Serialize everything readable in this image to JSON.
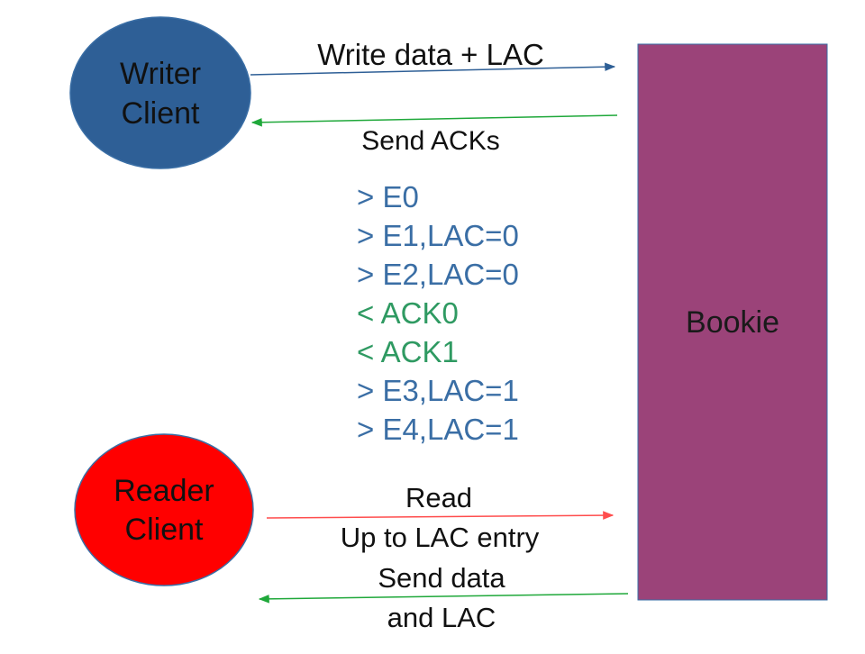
{
  "nodes": {
    "writer": {
      "line1": "Writer",
      "line2": "Client",
      "fill": "#2e5f96",
      "stroke": "#3a6ea5"
    },
    "reader": {
      "line1": "Reader",
      "line2": "Client",
      "fill": "#ff0000",
      "stroke": "#3a6ea5"
    },
    "bookie": {
      "label": "Bookie",
      "fill": "#9b4379",
      "stroke": "#3a6ea5"
    }
  },
  "edges": {
    "write": {
      "label": "Write data + LAC",
      "color": "#2e5f96"
    },
    "ack": {
      "label": "Send ACKs",
      "color": "#1fa83a"
    },
    "read": {
      "line1": "Read",
      "line2": "Up to LAC entry",
      "color": "#ff4d4d"
    },
    "send_data": {
      "line1": "Send data",
      "line2": "and LAC",
      "color": "#1fa83a"
    }
  },
  "log": {
    "color_out": "#3a6ea5",
    "color_in": "#2f9a62",
    "entries": [
      {
        "text": "> E0",
        "dir": "out"
      },
      {
        "text": "> E1,LAC=0",
        "dir": "out"
      },
      {
        "text": "> E2,LAC=0",
        "dir": "out"
      },
      {
        "text": "< ACK0",
        "dir": "in"
      },
      {
        "text": "< ACK1",
        "dir": "in"
      },
      {
        "text": "> E3,LAC=1",
        "dir": "out"
      },
      {
        "text": "> E4,LAC=1",
        "dir": "out"
      }
    ]
  }
}
